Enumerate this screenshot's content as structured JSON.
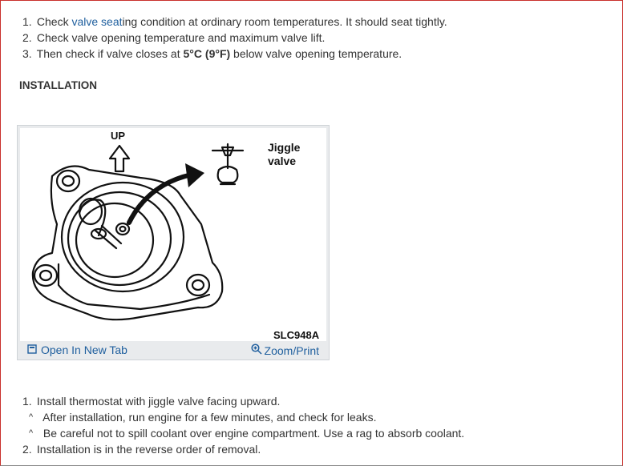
{
  "steps": [
    {
      "num": "1.",
      "pre": "Check ",
      "link": "valve seat",
      "post": "ing condition at ordinary room temperatures. It should seat tightly."
    },
    {
      "num": "2.",
      "text": "Check valve opening temperature and maximum valve lift."
    },
    {
      "num": "3.",
      "pre": "Then check if valve closes at ",
      "bold": "5°C (9°F)",
      "post": " below valve opening temperature."
    }
  ],
  "heading": "INSTALLATION",
  "figure": {
    "up_label": "UP",
    "jiggle_label": "Jiggle\nvalve",
    "code": "SLC948A",
    "open_tab": "Open In New Tab",
    "zoom": "Zoom/Print",
    "open_icon": "open-in-new-tab-icon",
    "zoom_icon": "zoom-magnifier-icon"
  },
  "install": [
    {
      "num": "1.",
      "text": "Install thermostat with jiggle valve facing upward."
    },
    {
      "caret": "^",
      "text": "After installation, run engine for a few minutes, and check for leaks."
    },
    {
      "caret": "^",
      "text": "Be careful not to spill coolant over engine compartment. Use a rag to absorb coolant."
    },
    {
      "num": "2.",
      "text": "Installation is in the reverse order of removal."
    }
  ],
  "colors": {
    "link": "#1f5f9e",
    "frame": "#c9302c"
  }
}
